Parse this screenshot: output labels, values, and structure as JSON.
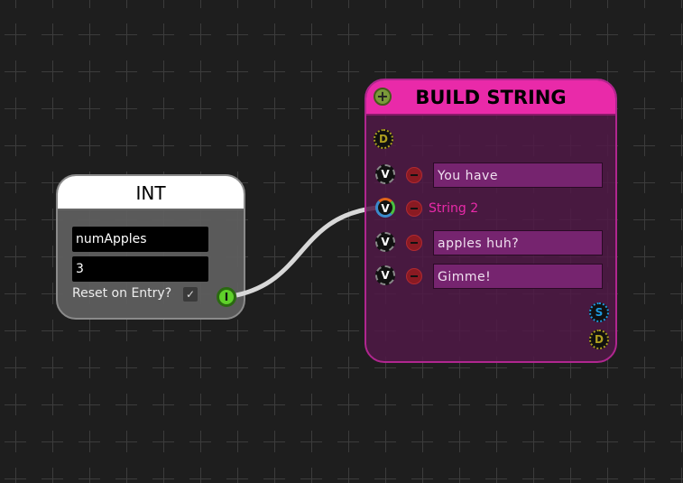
{
  "int_node": {
    "title": "INT",
    "name_value": "numApples",
    "value": "3",
    "reset_label": "Reset on Entry?",
    "reset_checked": true,
    "output_port": "I"
  },
  "build_string": {
    "title": "BUILD STRING",
    "add_port": "+",
    "top_port": "D",
    "rows": [
      {
        "port": "V",
        "type": "field",
        "value": "You have"
      },
      {
        "port": "V",
        "type": "label",
        "value": "String 2"
      },
      {
        "port": "V",
        "type": "field",
        "value": "apples huh?"
      },
      {
        "port": "V",
        "type": "field",
        "value": "Gimme!"
      }
    ],
    "out_ports": [
      "S",
      "D"
    ]
  },
  "colors": {
    "accent": "#e92aa9",
    "int_port": "#5fd12a",
    "wire": "#d8d8d8"
  }
}
